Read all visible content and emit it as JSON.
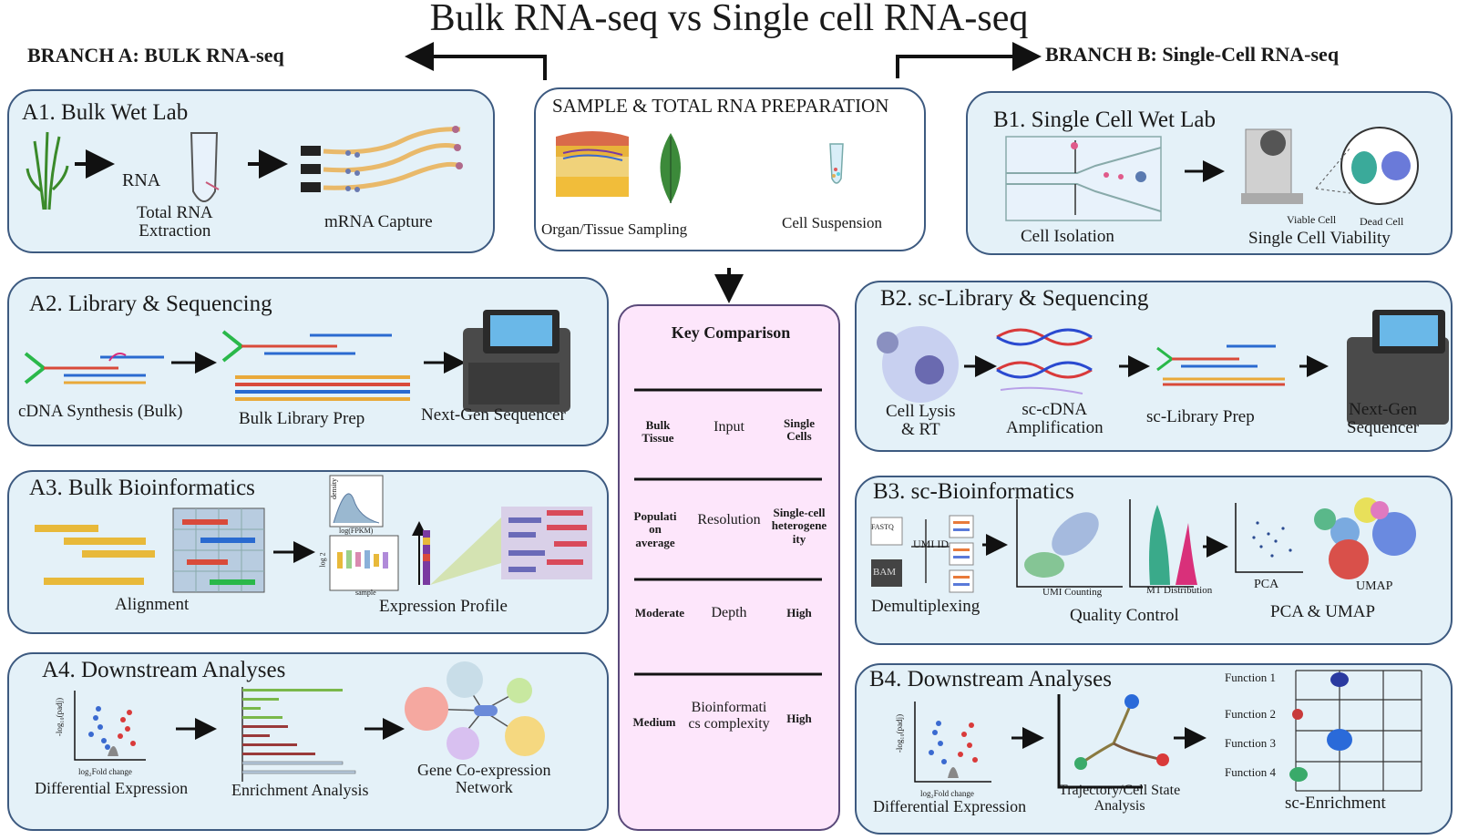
{
  "title": "Bulk RNA-seq vs Single cell RNA-seq",
  "branches": {
    "a": "BRANCH A: BULK RNA-seq",
    "b": "BRANCH B: Single-Cell RNA-seq"
  },
  "sample_panel": {
    "title": "SAMPLE & TOTAL RNA PREPARATION",
    "left_label": "Organ/Tissue Sampling",
    "right_label": "Cell Suspension"
  },
  "a1": {
    "title": "A1. Bulk Wet Lab",
    "rna": "RNA",
    "extraction": "Total RNA\nExtraction",
    "capture": "mRNA Capture"
  },
  "a2": {
    "title": "A2. Library & Sequencing",
    "cdna": "cDNA Synthesis (Bulk)",
    "library": "Bulk Library Prep",
    "sequencer": "Next-Gen Sequencer"
  },
  "a3": {
    "title": "A3. Bulk Bioinformatics",
    "alignment": "Alignment",
    "expression": "Expression Profile",
    "density_ylabel": "density",
    "density_xlabel": "log(FPKM)",
    "box_ylabel": "log 2",
    "box_xlabel": "sample"
  },
  "a4": {
    "title": "A4. Downstream Analyses",
    "de": "Differential Expression",
    "enrichment": "Enrichment Analysis",
    "network": "Gene Co-expression\nNetwork",
    "volcano_y": "-log₁₀(padj)",
    "volcano_x": "log₂Fold change"
  },
  "key": {
    "title": "Key Comparison",
    "rows": [
      {
        "left": "Bulk\nTissue",
        "mid": "Input",
        "right": "Single\nCells"
      },
      {
        "left": "Populati\non\naverage",
        "mid": "Resolution",
        "right": "Single-cell\nheterogene\nity"
      },
      {
        "left": "Moderate",
        "mid": "Depth",
        "right": "High"
      },
      {
        "left": "Medium",
        "mid": "Bioinformati\ncs complexity",
        "right": "High"
      }
    ]
  },
  "b1": {
    "title": "B1. Single Cell Wet Lab",
    "isolation": "Cell Isolation",
    "viability": "Single Cell Viability",
    "viable": "Viable Cell",
    "dead": "Dead Cell"
  },
  "b2": {
    "title": "B2. sc-Library & Sequencing",
    "lysis": "Cell Lysis\n& RT",
    "amp": "sc-cDNA\nAmplification",
    "prep": "sc-Library Prep",
    "seq": "Next-Gen\nSequencer"
  },
  "b3": {
    "title": "B3. sc-Bioinformatics",
    "demux": "Demultiplexing",
    "qc": "Quality Control",
    "pca_umap": "PCA & UMAP",
    "fastq": "FASTQ",
    "bam": "BAM",
    "umi_id": "UMI ID",
    "umi_counting": "UMI Counting",
    "mt": "MT Distribution",
    "pca": "PCA",
    "umap": "UMAP"
  },
  "b4": {
    "title": "B4. Downstream Analyses",
    "de": "Differential Expression",
    "traj": "Trajectory/Cell State\nAnalysis",
    "enrich": "sc-Enrichment",
    "volcano_y": "-log₁₀(padj)",
    "volcano_x": "log₂Fold change",
    "functions": [
      "Function 1",
      "Function 2",
      "Function 3",
      "Function 4"
    ]
  },
  "colors": {
    "panel_bg": "#e4f1f8",
    "panel_border": "#3d5a80",
    "key_bg": "#fde6fb"
  }
}
